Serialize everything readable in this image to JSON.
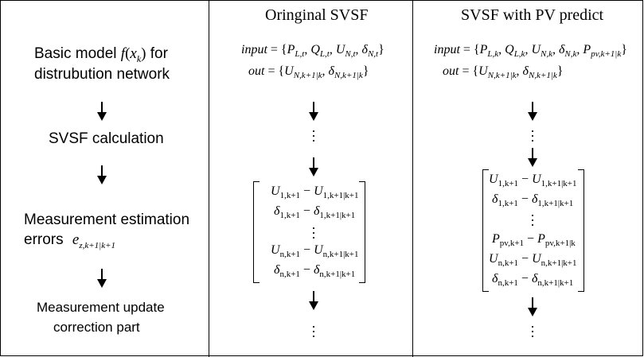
{
  "columns": {
    "left": {
      "steps": [
        {
          "prefix": "Basic model ",
          "func": "f",
          "arg": "x",
          "arg_sub": "k",
          "suffix": " for",
          "line2": "distrubution network"
        },
        {
          "label": "SVSF calculation"
        },
        {
          "label": "Measurement estimation",
          "line2": "errors",
          "err_sym": "e",
          "err_sub": "z,k+1|k+1"
        },
        {
          "label": "Measurement update",
          "line2": "correction part"
        }
      ]
    },
    "middle": {
      "title": "Oringinal SVSF",
      "input_label": "input",
      "input_terms": [
        "P",
        "L,t",
        "Q",
        "L,t",
        "U",
        "N,t",
        "δ",
        "N,t"
      ],
      "out_label": "out",
      "out_terms": [
        "U",
        "N,k+1|k",
        "δ",
        "N,k+1|k"
      ],
      "matrix": [
        [
          "U",
          "1,k+1",
          "U",
          "1,k+1|k+1"
        ],
        [
          "δ",
          "1,k+1",
          "δ",
          "1,k+1|k+1"
        ],
        [
          "U",
          "n,k+1",
          "U",
          "n,k+1|k+1"
        ],
        [
          "δ",
          "n,k+1",
          "δ",
          "n,k+1|k+1"
        ]
      ]
    },
    "right": {
      "title": "SVSF with PV predict",
      "input_label": "input",
      "input_terms": [
        "P",
        "L,k",
        "Q",
        "L,k",
        "U",
        "N,k",
        "δ",
        "N,k",
        "P",
        "pv,k+1|k"
      ],
      "out_label": "out",
      "out_terms": [
        "U",
        "N,k+1|k",
        "δ",
        "N,k+1|k"
      ],
      "matrix": [
        [
          "U",
          "1,k+1",
          "U",
          "1,k+1|k+1"
        ],
        [
          "δ",
          "1,k+1",
          "δ",
          "1,k+1|k+1"
        ],
        [
          "P",
          "pv,k+1",
          "P",
          "pv,k+1|k"
        ],
        [
          "U",
          "n,k+1",
          "U",
          "n,k+1|k+1"
        ],
        [
          "δ",
          "n,k+1",
          "δ",
          "n,k+1|k+1"
        ]
      ]
    }
  }
}
